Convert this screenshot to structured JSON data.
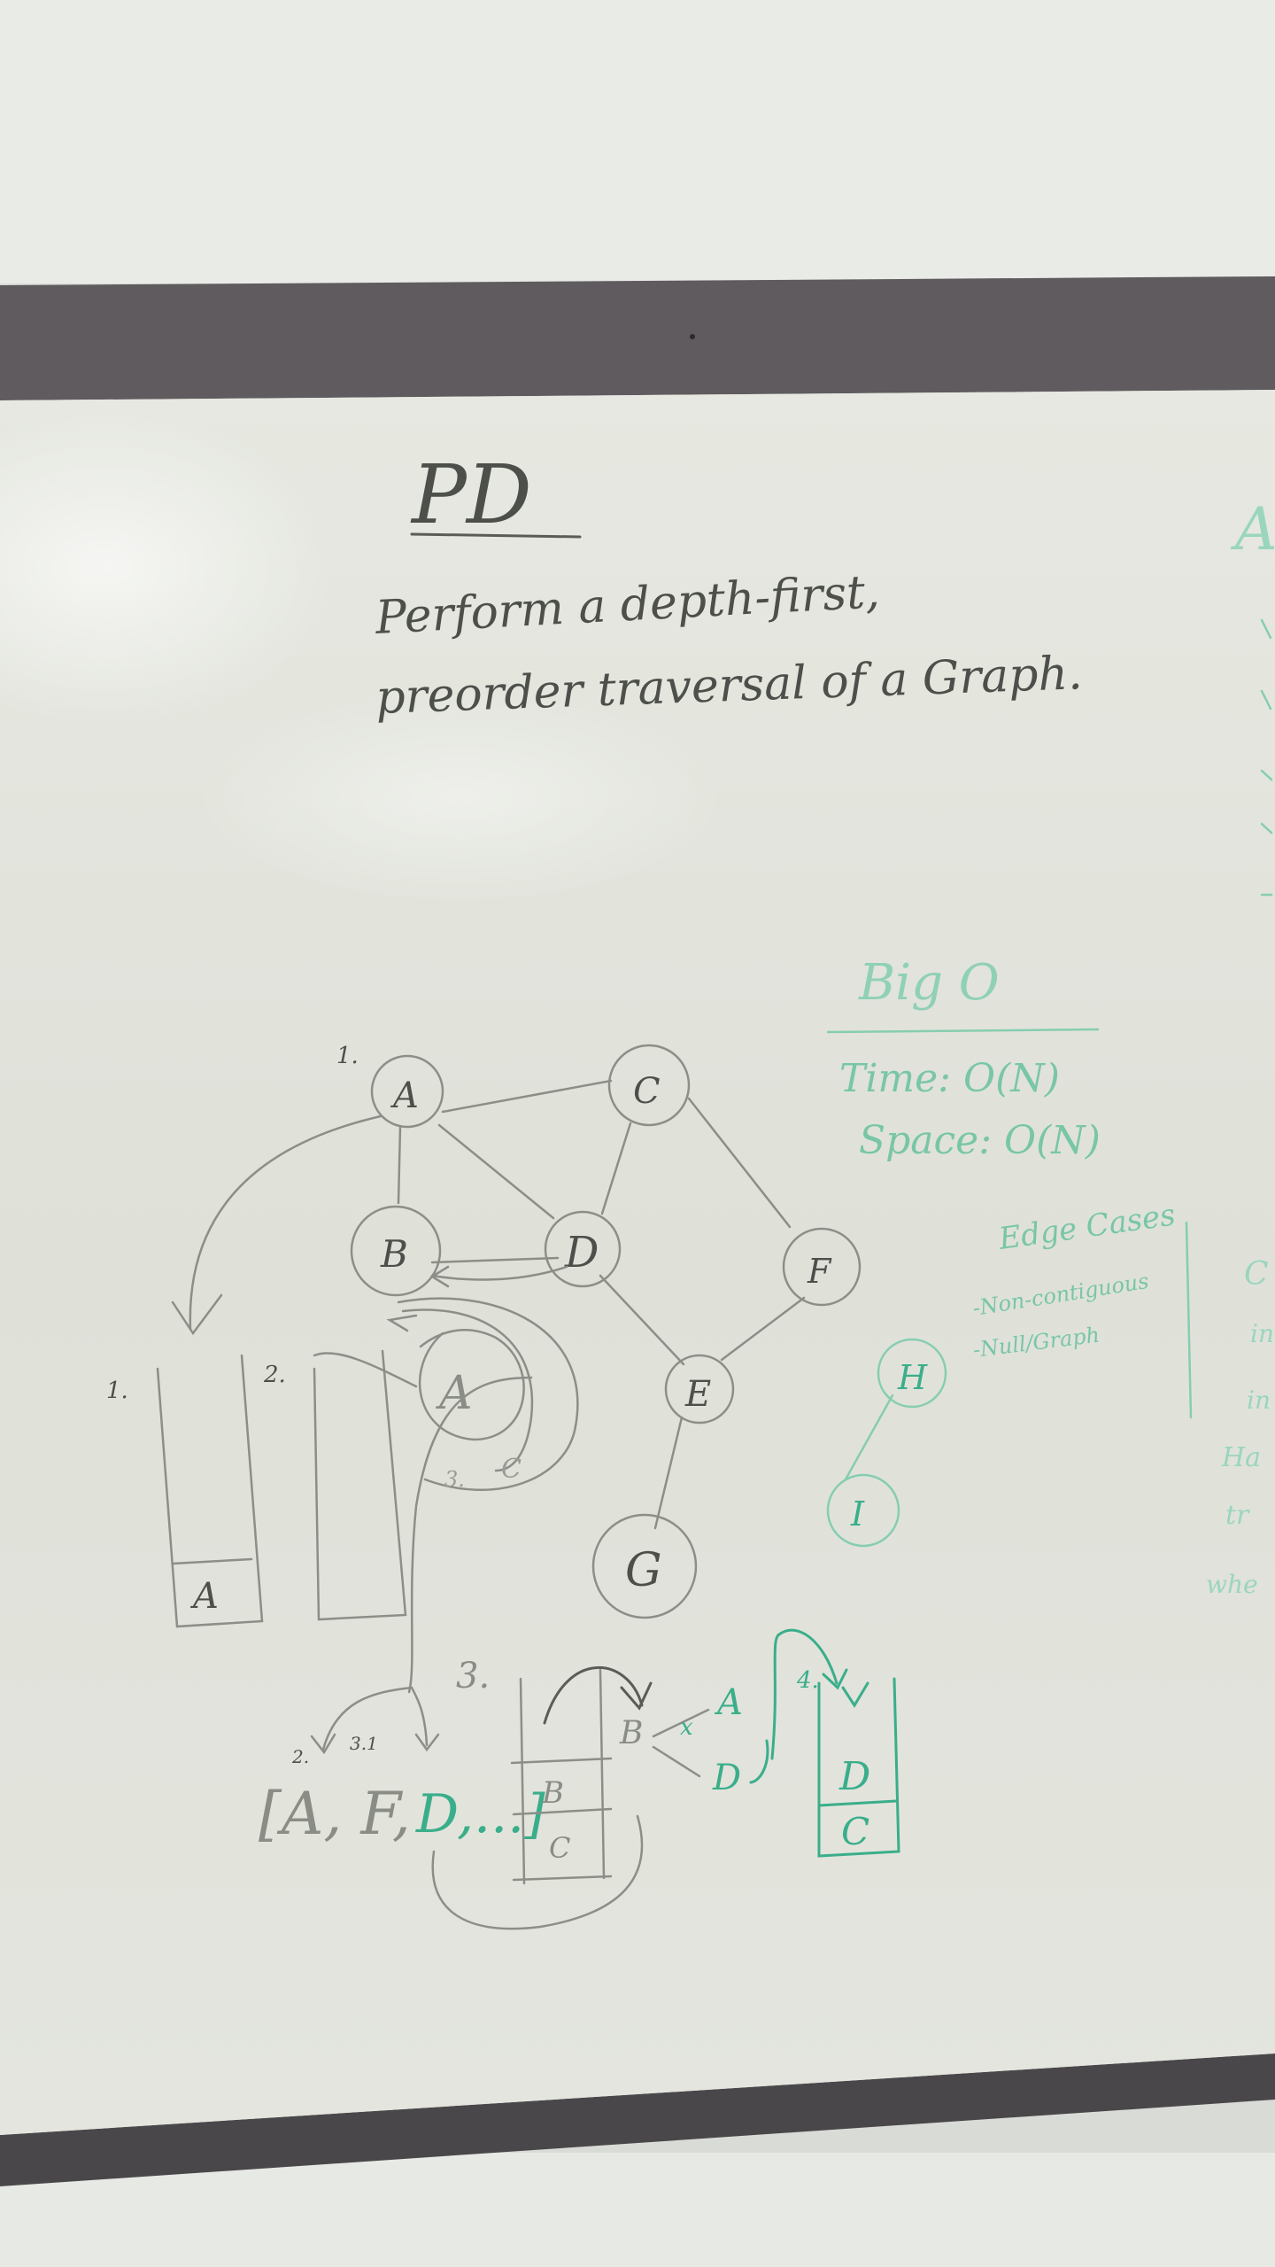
{
  "colors": {
    "wall": "#e8ebe6",
    "frame": "#5f5b5e",
    "board": "#e4e6df",
    "ink_gray": "#4d4f4b",
    "ink_green": "#3aae8a"
  },
  "heading": {
    "title": "PD",
    "line1": "Perform a depth-first,",
    "line2": "preorder traversal of a Graph."
  },
  "graph": {
    "nodes": {
      "a": "A",
      "b": "B",
      "c": "C",
      "d": "D",
      "e": "E",
      "f": "F",
      "g": "G",
      "h": "H",
      "i": "I"
    },
    "step_label_1": "1."
  },
  "big_o": {
    "title": "Big O",
    "time": "Time: O(N)",
    "space": "Space: O(N)"
  },
  "edge_cases": {
    "title": "Edge Cases",
    "item1": "-Non-contiguous",
    "item2": "-Null/Graph"
  },
  "stacks": {
    "label1": "1.",
    "label2": "2.",
    "label3": "3.",
    "label4": "4.",
    "label3b": "3.",
    "stack1_item": "A",
    "circle_a": "A",
    "circle_c": "C",
    "stack3_top": "B",
    "stack3_bottom": "C",
    "stack4_top": "D",
    "stack4_bottom": "C",
    "neighbor_b": "B",
    "neighbor_a": "A",
    "neighbor_d": "D",
    "result_list_gray": "[A, F,",
    "result_list_green": "D,...]",
    "small_2": "2.",
    "small_31": "3.1"
  },
  "right_edge": {
    "r1": "A",
    "r2": "C",
    "r3": "in",
    "r4": "in",
    "r5": "Ha",
    "r6": "tr",
    "r7": "whe"
  }
}
